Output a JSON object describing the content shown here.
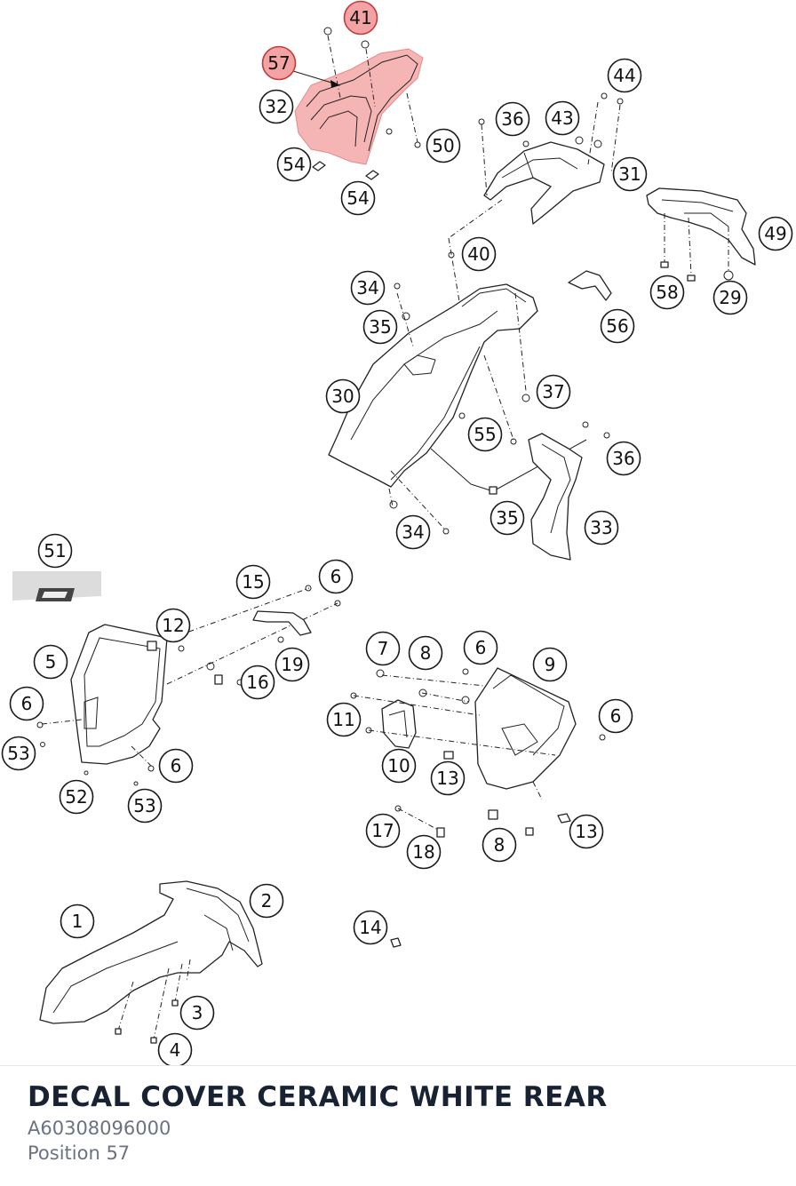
{
  "part": {
    "title": "DECAL COVER CERAMIC WHITE REAR",
    "number": "A60308096000",
    "position": "Position 57"
  },
  "colors": {
    "highlight_fill": "#f3a3a3",
    "highlight_stroke": "#c43a3a",
    "title": "#182233",
    "subtitle": "#6b7280"
  },
  "callouts": [
    {
      "id": "c-41",
      "text": "41",
      "highlight": true
    },
    {
      "id": "c-57",
      "text": "57",
      "highlight": true
    },
    {
      "id": "c-32",
      "text": "32"
    },
    {
      "id": "c-54a",
      "text": "54"
    },
    {
      "id": "c-54b",
      "text": "54"
    },
    {
      "id": "c-50",
      "text": "50"
    },
    {
      "id": "c-44",
      "text": "44"
    },
    {
      "id": "c-36a",
      "text": "36"
    },
    {
      "id": "c-43",
      "text": "43"
    },
    {
      "id": "c-31",
      "text": "31"
    },
    {
      "id": "c-49",
      "text": "49"
    },
    {
      "id": "c-58",
      "text": "58"
    },
    {
      "id": "c-29",
      "text": "29"
    },
    {
      "id": "c-40",
      "text": "40"
    },
    {
      "id": "c-34a",
      "text": "34"
    },
    {
      "id": "c-35a",
      "text": "35"
    },
    {
      "id": "c-56",
      "text": "56"
    },
    {
      "id": "c-37",
      "text": "37"
    },
    {
      "id": "c-30",
      "text": "30"
    },
    {
      "id": "c-55",
      "text": "55"
    },
    {
      "id": "c-36b",
      "text": "36"
    },
    {
      "id": "c-34b",
      "text": "34"
    },
    {
      "id": "c-35b",
      "text": "35"
    },
    {
      "id": "c-33",
      "text": "33"
    },
    {
      "id": "c-51",
      "text": "51"
    },
    {
      "id": "c-15",
      "text": "15"
    },
    {
      "id": "c-6a",
      "text": "6"
    },
    {
      "id": "c-12",
      "text": "12"
    },
    {
      "id": "c-5",
      "text": "5"
    },
    {
      "id": "c-19",
      "text": "19"
    },
    {
      "id": "c-16",
      "text": "16"
    },
    {
      "id": "c-6b",
      "text": "6"
    },
    {
      "id": "c-53a",
      "text": "53"
    },
    {
      "id": "c-6c",
      "text": "6"
    },
    {
      "id": "c-52",
      "text": "52"
    },
    {
      "id": "c-53b",
      "text": "53"
    },
    {
      "id": "c-7",
      "text": "7"
    },
    {
      "id": "c-8a",
      "text": "8"
    },
    {
      "id": "c-6d",
      "text": "6"
    },
    {
      "id": "c-9",
      "text": "9"
    },
    {
      "id": "c-6e",
      "text": "6"
    },
    {
      "id": "c-11",
      "text": "11"
    },
    {
      "id": "c-10",
      "text": "10"
    },
    {
      "id": "c-13a",
      "text": "13"
    },
    {
      "id": "c-17",
      "text": "17"
    },
    {
      "id": "c-18",
      "text": "18"
    },
    {
      "id": "c-8b",
      "text": "8"
    },
    {
      "id": "c-13b",
      "text": "13"
    },
    {
      "id": "c-1",
      "text": "1"
    },
    {
      "id": "c-2",
      "text": "2"
    },
    {
      "id": "c-14",
      "text": "14"
    },
    {
      "id": "c-3",
      "text": "3"
    },
    {
      "id": "c-4",
      "text": "4"
    }
  ]
}
